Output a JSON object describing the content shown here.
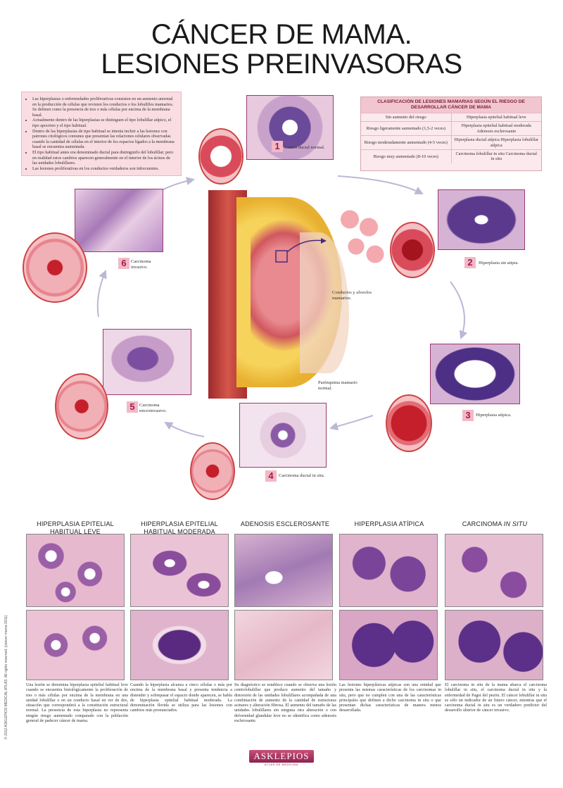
{
  "title": {
    "line1": "CÁNCER DE MAMA.",
    "line2": "LESIONES PREINVASORAS"
  },
  "intro_bullets": [
    "Las hiperplasias o enfermedades proliferativas consisten en un aumento anormal en la producción de células que revisten los conductos o los lobulillos mamarios. Se definen como la presencia de tres o más células por encima de la membrana basal.",
    "Actualmente dentro de las hiperplasias se distinguen el tipo lobulillar atípico, el tipo apocrino y el tipo habitual.",
    "Dentro de las hiperplasias de tipo habitual se intenta incluir a las lesiones con patrones citológicos comunes que presentan las relaciones celulares observadas cuando la cantidad de células en el interior de los espacios ligados a la membrana basal se encuentra aumentada.",
    "El tipo habitual antes era denominado ductal para distinguirlo del lobulillar; pero en realidad estos cambios aparecen generalmente en el interior de los ácinos de las unidades lobulillares.",
    "Las lesiones proliferativas en los conductos verdaderos son infrecuentes."
  ],
  "classification": {
    "header": "CLASIFICACIÓN DE LESIONES MAMARIAS SEGÚN EL RIESGO DE DESARROLLAR CÁNCER DE MAMA",
    "rows": [
      {
        "risk": "Sin aumento del riesgo",
        "lesion": "Hiperplasia epitelial habitual leve"
      },
      {
        "risk": "Riesgo ligeramente aumentado (1,5-2 veces)",
        "lesion": "Hiperplasia epitelial habitual moderada Adenosis esclerosante"
      },
      {
        "risk": "Riesgo moderadamente aumentado (4-5 veces)",
        "lesion": "Hiperplasia ductal atípica Hiperplasia lobulillar atípica"
      },
      {
        "risk": "Riesgo muy aumentado (8-10 veces)",
        "lesion": "Carcinoma lobulillar in situ Carcinoma ductal in situ"
      }
    ]
  },
  "stages": [
    {
      "num": "1",
      "label": "Lumen ductal normal."
    },
    {
      "num": "2",
      "label": "Hiperplasia sin atipia."
    },
    {
      "num": "3",
      "label": "Hiperplasia atípica."
    },
    {
      "num": "4",
      "label": "Carcinoma ductal in situ."
    },
    {
      "num": "5",
      "label": "Carcinoma microinvasivo."
    },
    {
      "num": "6",
      "label": "Carcinoma invasivo."
    }
  ],
  "anatomy_labels": {
    "ducts": "Conductos y alveolos mamarios.",
    "parenchyma": "Parénquima mamario normal."
  },
  "columns": [
    {
      "heading": "HIPERPLASIA EPITELIAL HABITUAL LEVE",
      "text": "Una lesión se denomina hiperplasia epitelial habitual leve cuando se encuentra histológicamente la proliferación de tres o más células por encima de la membrana en una unidad lobulillar o en un conducto basal en ver de dos, situación que corresponderá a la constitución estructural normal. La presencia de esta hiperplasia no representa ningún riesgo aumentado comparado con la población general de padecer cáncer de mama."
    },
    {
      "heading": "HIPERPLASIA EPITELIAL HABITUAL MODERADA",
      "text": "Cuando la hiperplasia alcanza a cinco células o más por encima de la membrana basal y presenta tendencia a distender y sobrepasar el espacio donde aparecen, se habla de hiperplasia epitelial habitual moderada. La denominación florida se utiliza para las lesiones con cambios más pronunciados."
    },
    {
      "heading": "ADENOSIS ESCLEROSANTE",
      "text": "Su diagnóstico se establece cuando se observa una lesión centrolobulillar que produce aumento del tamaño y distorsión de las unidades lobulillares acompañada de una combinación de aumento de la cantidad de estructuras acinares y alteración fibrosa. El aumento del tamaño de las unidades lobulillares sin ninguna otra alteración o con deformidad glandular leve no se identifica como adenosis esclerosante."
    },
    {
      "heading": "HIPERPLASIA ATÍPICA",
      "text": "Las lesiones hiperplásicas atípicas son una entidad que presenta las mismas características de los carcinomas in situ, pero que no cumplen con una de las características principales que definen a dicho carcinoma in situ o que presentan dichas características de manera menos desarrollada."
    },
    {
      "heading_main": "CARCINOMA ",
      "heading_em": "IN SITU",
      "text": "El carcinoma in situ de la mama abarca el carcinoma lobulillar in situ, el carcinoma ductal in situ y la enfermedad de Paget del pezón. El cáncer lobulillar in situ es sólo un indicador de un futuro cáncer, mientras que el carcinoma ductal in situ es un verdadero predictor del desarrollo ulterior de cáncer invasivo."
    }
  ],
  "copyright": "© 2012 ASKLEPIOS MEDICAL ATLAS. All rights reserved. (cáncer mama 0011)",
  "logo": {
    "name": "ASKLEPIOS",
    "tagline": "ATLAS DE MEDICINA"
  }
}
